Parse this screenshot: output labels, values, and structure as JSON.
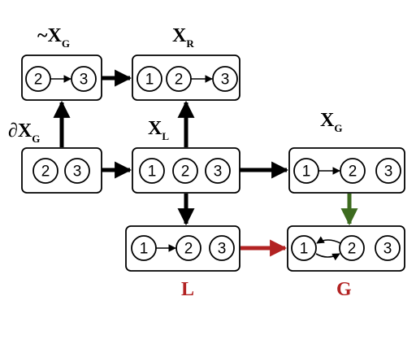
{
  "colors": {
    "black": "#000000",
    "red": "#b22222",
    "green": "#3d6b1f"
  },
  "labels": {
    "not_xg": {
      "prefix": "~X",
      "sub": "G"
    },
    "xr": {
      "prefix": "X",
      "sub": "R"
    },
    "partial_xg": {
      "prefix": "∂X",
      "sub": "G"
    },
    "xl": {
      "prefix": "X",
      "sub": "L"
    },
    "xg": {
      "prefix": "X",
      "sub": "G"
    },
    "l": {
      "text": "L"
    },
    "g": {
      "text": "G"
    }
  },
  "boxes": {
    "not_xg": {
      "nodes": [
        "2",
        "3"
      ]
    },
    "xr": {
      "nodes": [
        "1",
        "2",
        "3"
      ]
    },
    "partial_xg": {
      "nodes": [
        "2",
        "3"
      ]
    },
    "xl": {
      "nodes": [
        "1",
        "2",
        "3"
      ]
    },
    "xg": {
      "nodes": [
        "1",
        "2",
        "3"
      ]
    },
    "l": {
      "nodes": [
        "1",
        "2",
        "3"
      ]
    },
    "g": {
      "nodes": [
        "1",
        "2",
        "3"
      ]
    }
  }
}
